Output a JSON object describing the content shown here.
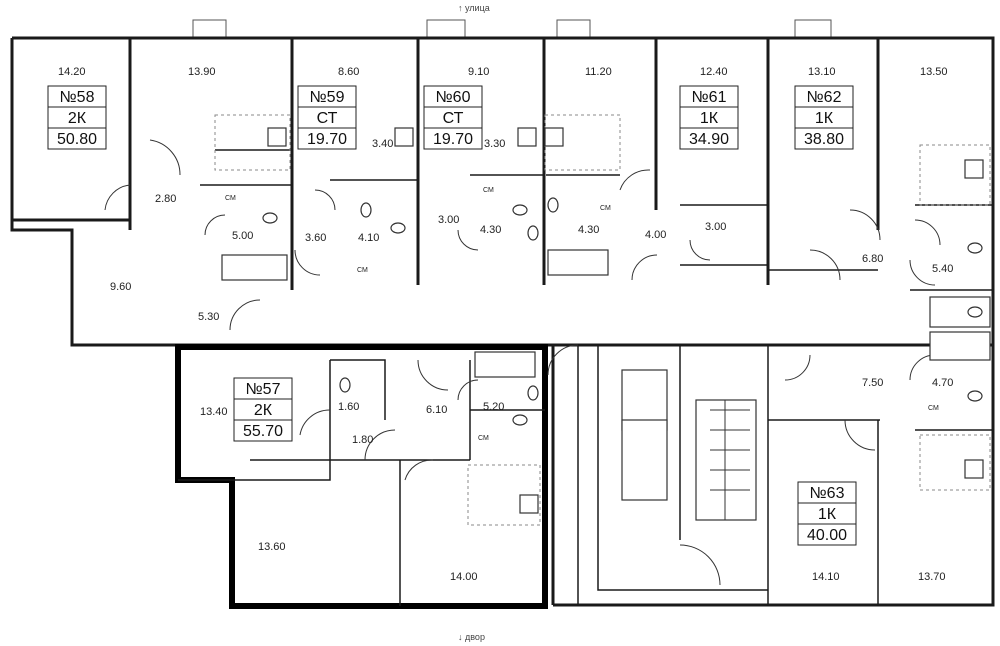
{
  "orientation": {
    "top": "↑ улица",
    "bottom": "↓ двор"
  },
  "apartments": [
    {
      "id": "58",
      "number": "№58",
      "type": "2К",
      "area": "50.80"
    },
    {
      "id": "59",
      "number": "№59",
      "type": "СТ",
      "area": "19.70"
    },
    {
      "id": "60",
      "number": "№60",
      "type": "СТ",
      "area": "19.70"
    },
    {
      "id": "61",
      "number": "№61",
      "type": "1К",
      "area": "34.90"
    },
    {
      "id": "62",
      "number": "№62",
      "type": "1К",
      "area": "38.80"
    },
    {
      "id": "57",
      "number": "№57",
      "type": "2К",
      "area": "55.70",
      "highlighted": true
    },
    {
      "id": "63",
      "number": "№63",
      "type": "1К",
      "area": "40.00"
    }
  ],
  "room_areas": [
    "14.20",
    "13.90",
    "8.60",
    "9.10",
    "11.20",
    "12.40",
    "13.10",
    "13.50",
    "3.40",
    "3.30",
    "2.80",
    "5.00",
    "3.60",
    "4.10",
    "3.00",
    "4.30",
    "4.30",
    "4.00",
    "3.00",
    "6.80",
    "5.40",
    "9.60",
    "5.30",
    "1.60",
    "6.10",
    "5.20",
    "13.40",
    "1.80",
    "7.50",
    "4.70",
    "13.60",
    "14.00",
    "14.10",
    "13.70"
  ],
  "appliance_label": "СМ",
  "highlight_color": "#000000"
}
